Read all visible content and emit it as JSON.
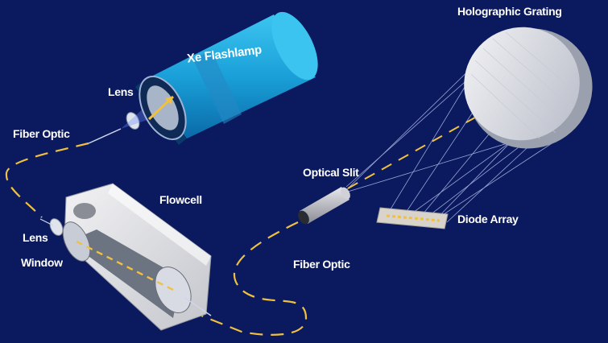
{
  "labels": {
    "holographic_grating": "Holographic Grating",
    "xe_flashlamp": "Xe Flashlamp",
    "lens_top": "Lens",
    "fiber_optic_top": "Fiber Optic",
    "flowcell": "Flowcell",
    "optical_slit": "Optical Slit",
    "diode_array": "Diode Array",
    "lens_bottom": "Lens",
    "window": "Window",
    "fiber_optic_bottom": "Fiber Optic"
  },
  "colors": {
    "background": "#0b1a5e",
    "lamp": "#1aa0d8",
    "fiber": "#f0c040",
    "beam": "#c8d4ff",
    "housing": "#e8e8ea"
  }
}
